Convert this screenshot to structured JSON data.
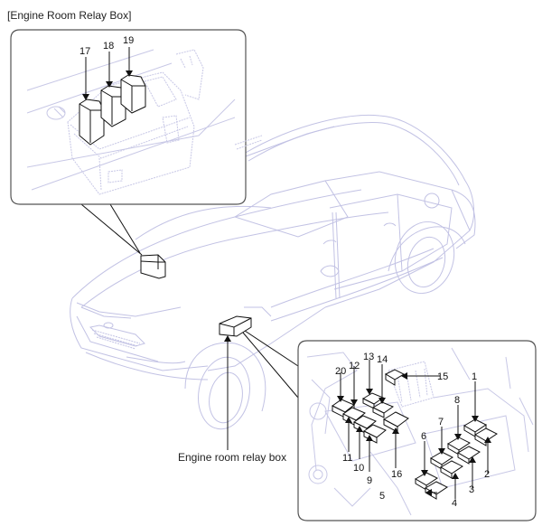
{
  "title": "[Engine Room Relay Box]",
  "callout_label": "Engine room relay box",
  "top_inset": {
    "name": "upper-relay-box-detail",
    "relays": [
      "17",
      "18",
      "19"
    ]
  },
  "bottom_inset": {
    "name": "engine-room-relay-box-detail",
    "relays": [
      "1",
      "2",
      "3",
      "4",
      "5",
      "6",
      "7",
      "8",
      "9",
      "10",
      "11",
      "12",
      "13",
      "14",
      "15",
      "16",
      "20"
    ]
  },
  "colors": {
    "line_art": "#c2c2e4",
    "callout": "#111111",
    "frame": "#555555"
  }
}
